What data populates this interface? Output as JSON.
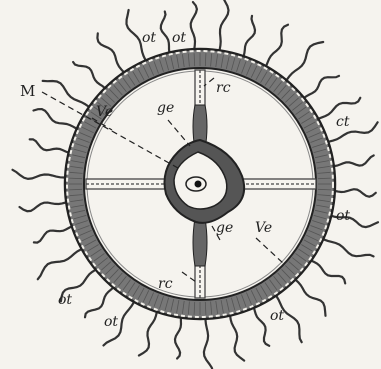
{
  "figure": {
    "labels": {
      "M": "M",
      "ve": "Ve",
      "ge": "ge",
      "rc": "rc",
      "ot": "ot",
      "ct": "ct"
    }
  }
}
